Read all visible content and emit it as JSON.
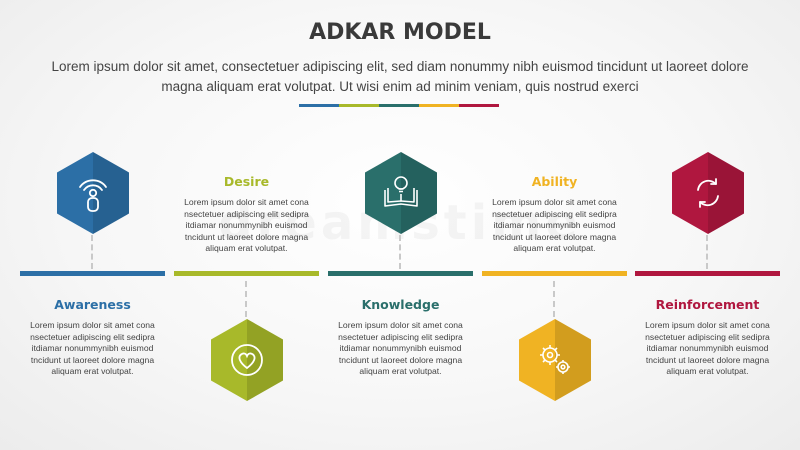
{
  "header": {
    "title": "ADKAR MODEL",
    "subtitle": "Lorem ipsum dolor sit amet, consectetuer adipiscing elit, sed diam nonummy nibh euismod tincidunt ut laoreet dolore magna aliquam erat volutpat. Ut wisi enim ad minim veniam, quis nostrud exerci"
  },
  "accent_colors": [
    "#2c6fa6",
    "#a8b92a",
    "#2a6f6b",
    "#f0b323",
    "#b0173f"
  ],
  "watermark": "dreamstime",
  "steps": [
    {
      "heading": "Awareness",
      "color": "#2c6fa6",
      "icon": "person-broadcast-icon",
      "body": "Lorem ipsum dolor sit amet cona nsectetuer adipiscing elit sedipra itdiamar nonummynibh euismod tncidunt ut laoreet dolore magna aliquam erat volutpat."
    },
    {
      "heading": "Desire",
      "color": "#a8b92a",
      "icon": "heart-icon",
      "body": "Lorem ipsum dolor sit amet cona nsectetuer adipiscing elit sedipra itdiamar nonummynibh euismod tncidunt ut laoreet dolore magna aliquam erat volutpat."
    },
    {
      "heading": "Knowledge",
      "color": "#2a6f6b",
      "icon": "open-book-idea-icon",
      "body": "Lorem ipsum dolor sit amet cona nsectetuer adipiscing elit sedipra itdiamar nonummynibh euismod tncidunt ut laoreet dolore magna aliquam erat volutpat."
    },
    {
      "heading": "Ability",
      "color": "#f0b323",
      "icon": "gears-icon",
      "body": "Lorem ipsum dolor sit amet cona nsectetuer adipiscing elit sedipra itdiamar nonummynibh euismod tncidunt ut laoreet dolore magna aliquam erat volutpat."
    },
    {
      "heading": "Reinforcement",
      "color": "#b0173f",
      "icon": "refresh-cycle-icon",
      "body": "Lorem ipsum dolor sit amet cona nsectetuer adipiscing elit sedipra itdiamar nonummynibh euismod tncidunt ut laoreet dolore magna aliquam erat volutpat."
    }
  ]
}
